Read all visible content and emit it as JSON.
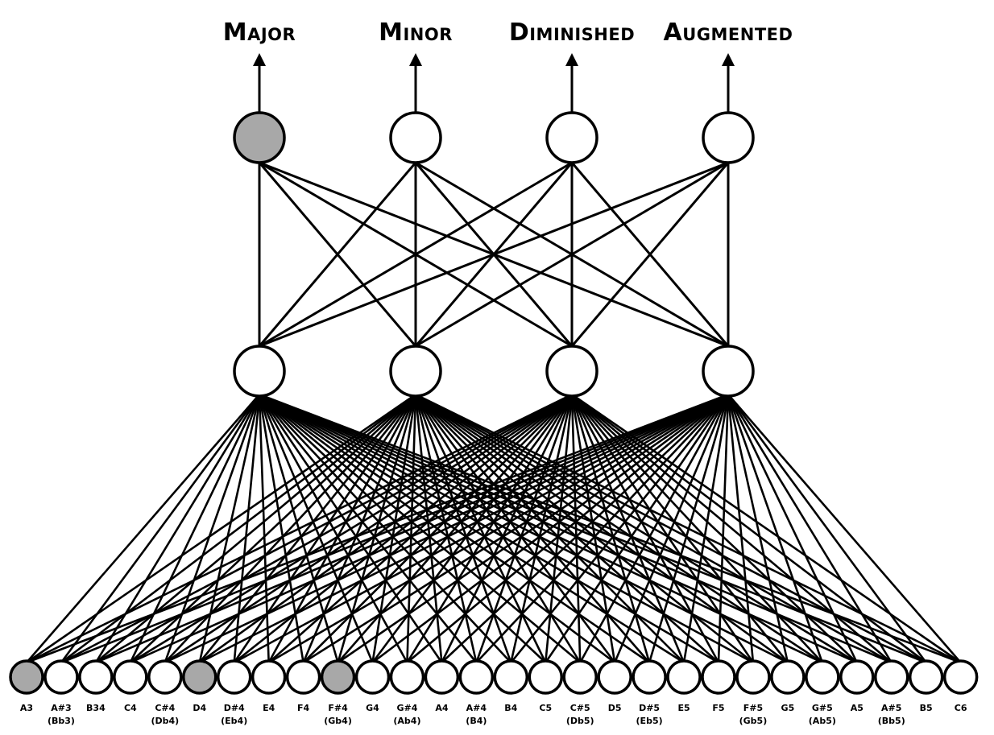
{
  "output_labels": [
    "Major",
    "Minor",
    "Diminished",
    "Augmented"
  ],
  "output_active": [
    true,
    false,
    false,
    false
  ],
  "hidden_count": 4,
  "inputs": [
    {
      "note": "A3",
      "alt": "",
      "active": true
    },
    {
      "note": "A#3",
      "alt": "(Bb3)",
      "active": false
    },
    {
      "note": "B34",
      "alt": "",
      "active": false
    },
    {
      "note": "C4",
      "alt": "",
      "active": false
    },
    {
      "note": "C#4",
      "alt": "(Db4)",
      "active": false
    },
    {
      "note": "D4",
      "alt": "",
      "active": true
    },
    {
      "note": "D#4",
      "alt": "(Eb4)",
      "active": false
    },
    {
      "note": "E4",
      "alt": "",
      "active": false
    },
    {
      "note": "F4",
      "alt": "",
      "active": false
    },
    {
      "note": "F#4",
      "alt": "(Gb4)",
      "active": true
    },
    {
      "note": "G4",
      "alt": "",
      "active": false
    },
    {
      "note": "G#4",
      "alt": "(Ab4)",
      "active": false
    },
    {
      "note": "A4",
      "alt": "",
      "active": false
    },
    {
      "note": "A#4",
      "alt": "(B4)",
      "active": false
    },
    {
      "note": "B4",
      "alt": "",
      "active": false
    },
    {
      "note": "C5",
      "alt": "",
      "active": false
    },
    {
      "note": "C#5",
      "alt": "(Db5)",
      "active": false
    },
    {
      "note": "D5",
      "alt": "",
      "active": false
    },
    {
      "note": "D#5",
      "alt": "(Eb5)",
      "active": false
    },
    {
      "note": "E5",
      "alt": "",
      "active": false
    },
    {
      "note": "F5",
      "alt": "",
      "active": false
    },
    {
      "note": "F#5",
      "alt": "(Gb5)",
      "active": false
    },
    {
      "note": "G5",
      "alt": "",
      "active": false
    },
    {
      "note": "G#5",
      "alt": "(Ab5)",
      "active": false
    },
    {
      "note": "A5",
      "alt": "",
      "active": false
    },
    {
      "note": "A#5",
      "alt": "(Bb5)",
      "active": false
    },
    {
      "note": "B5",
      "alt": "",
      "active": false
    },
    {
      "note": "C6",
      "alt": "",
      "active": false
    }
  ],
  "colors": {
    "active_fill": "#a8a8a8",
    "inactive_fill": "#ffffff",
    "stroke": "#000000"
  }
}
